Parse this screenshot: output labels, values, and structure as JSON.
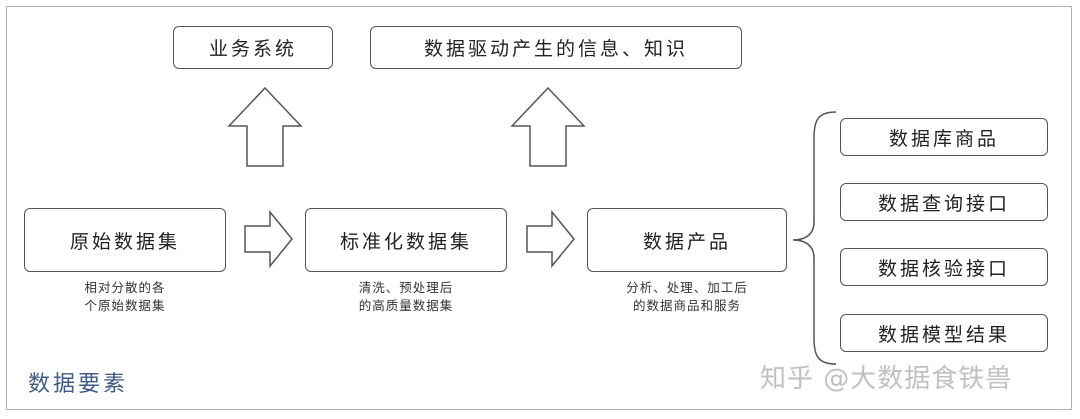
{
  "top": {
    "business_system": "业务系统",
    "data_driven_info": "数据驱动产生的信息、知识"
  },
  "flow": {
    "raw_dataset": {
      "title": "原始数据集",
      "desc_line1": "相对分散的各",
      "desc_line2": "个原始数据集"
    },
    "standard_dataset": {
      "title": "标准化数据集",
      "desc_line1": "清洗、预处理后",
      "desc_line2": "的高质量数据集"
    },
    "data_product": {
      "title": "数据产品",
      "desc_line1": "分析、处理、加工后",
      "desc_line2": "的数据商品和服务"
    }
  },
  "products": [
    "数据库商品",
    "数据查询接口",
    "数据核验接口",
    "数据模型结果"
  ],
  "caption": "数据要素",
  "watermark": "知乎 @大数据食铁兽"
}
